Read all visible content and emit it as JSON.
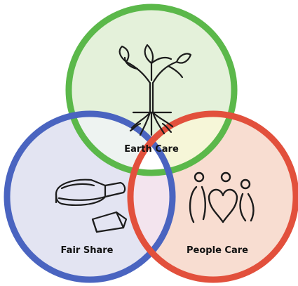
{
  "diagram": {
    "circles": [
      {
        "id": "earth",
        "label": "Earth Care",
        "icon": "tree-with-roots-icon",
        "stroke": "#5bb84a",
        "fill": "#e4f1da"
      },
      {
        "id": "fair",
        "label": "Fair Share",
        "icon": "pie-slice-icon",
        "stroke": "#4a64c0",
        "fill": "#e3e4f2"
      },
      {
        "id": "people",
        "label": "People Care",
        "icon": "people-hearts-icon",
        "stroke": "#e2503c",
        "fill": "#f8ddd1"
      }
    ],
    "overlap_colors": {
      "earth_fair": "#eef3f1",
      "earth_people": "#f6f6d8",
      "fair_people": "#f3e4ee",
      "center": "#ffffff"
    }
  }
}
